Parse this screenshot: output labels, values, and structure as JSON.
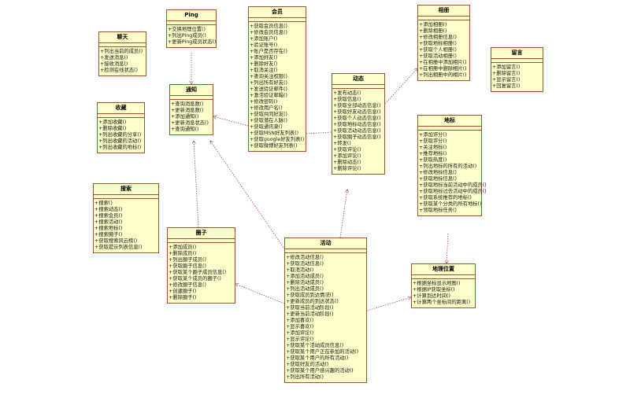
{
  "classes": [
    {
      "id": "chat",
      "name": "聊天",
      "ops": [
        "+列出当前的成员()",
        "+发送消息()",
        "+接收消息()",
        "+检测在线状态()"
      ]
    },
    {
      "id": "ping",
      "name": "Ping",
      "ops": [
        "+交换地理位置()",
        "+列出Ping成员()",
        "+更新Ping成员状态()"
      ]
    },
    {
      "id": "member",
      "name": "会员",
      "ops": [
        "+获取会员信息()",
        "+修改会员信息()",
        "+添加账户()",
        "+验证账号()",
        "+账户是否存在()",
        "+添加好友()",
        "+删除好友()",
        "+取消关注()",
        "+查询关注权限()",
        "+列出所有好友()",
        "+发送验证邮件()",
        "+激活验证邮箱()",
        "+修改密码()",
        "+修改用户名()",
        "+获取共同好友()",
        "+获取潜在人脉()",
        "+获取通讯录()",
        "+获取MSN好友列表()",
        "+获取google好友列表()",
        "+获取微博好友列表()"
      ]
    },
    {
      "id": "album",
      "name": "相册",
      "ops": [
        "+添加相册()",
        "+删除相册()",
        "+修改相册信息()",
        "+获取地标相册()",
        "+获取个人相册()",
        "+获取活动相册()",
        "+在相册中添加相片()",
        "+在相册中删除相片()",
        "+列出相册中的相片()"
      ]
    },
    {
      "id": "message",
      "name": "留言",
      "ops": [
        "+添加留言()",
        "+删除留言()",
        "+显示留言()",
        "+回复留言()"
      ]
    },
    {
      "id": "favorite",
      "name": "收藏",
      "ops": [
        "+添加收藏()",
        "+删除收藏()",
        "+列出收藏的分享()",
        "+列出收藏的活动()",
        "+列出收藏的地标()"
      ]
    },
    {
      "id": "notice",
      "name": "通知",
      "ops": [
        "+查询消息数()",
        "+更新消息数()",
        "+添加通知()",
        "+更新消息状态()",
        "+查询通知()"
      ]
    },
    {
      "id": "feed",
      "name": "动态",
      "ops": [
        "+发布动态()",
        "+获取信息()",
        "+获取全部动态信息()",
        "+获取好友动态信息()",
        "+获取个人动态信息()",
        "+获取地标动态信息()",
        "+获取活动动态信息()",
        "+获取圈子动态信息()",
        "+转发()",
        "+获取评论()",
        "+添加评论()",
        "+删除动态()",
        "+删除评论()"
      ]
    },
    {
      "id": "landmark",
      "name": "地标",
      "ops": [
        "+添加评分()",
        "+获取评分()",
        "+关注地标()",
        "+推荐地标()",
        "+获取热度()",
        "+列出地标的所有的活动()",
        "+修改地标信息()",
        "+获取地标信息()",
        "+获取地标当前活动中的成员()",
        "+获取地标过去活动中的成员()",
        "+获取系统推荐的地标()",
        "+获取某个分类的所有地标()",
        "+领取地标任务()"
      ]
    },
    {
      "id": "search",
      "name": "搜索",
      "ops": [
        "+搜索()",
        "+搜索动态()",
        "+搜索会员()",
        "+搜索活动()",
        "+搜索地标()",
        "+搜索圈子()",
        "+获取搜索风云榜()",
        "+获取提示列表信息()"
      ]
    },
    {
      "id": "circle",
      "name": "圈子",
      "ops": [
        "+添加成员()",
        "+删除成员()",
        "+列出圈子成员()",
        "+获取圈子信息()",
        "+获取某个圈子成员信息()",
        "+获取某个成员的圈子()",
        "+修改圈子信息()",
        "+创建圈子()",
        "+删除圈子()"
      ]
    },
    {
      "id": "activity",
      "name": "活动",
      "ops": [
        "+修改活动信息()",
        "+获取活动信息()",
        "+取消活动()",
        "+添加活动成员()",
        "+删除活动成员()",
        "+列出活动成员()",
        "+获取成员到达情况()",
        "+更新成员的到达状态()",
        "+获取当前活动阶段()",
        "+更新当前活动阶段()",
        "+添加喜欢()",
        "+显示喜欢()",
        "+添加评论()",
        "+显示评论()",
        "+获取某个活动成员信息()",
        "+获取某个用户正在参加的活动()",
        "+获取某个用户的所有活动()",
        "+获取好友的活动()",
        "+获取某个用户感兴趣的活动()",
        "+列出所有活动()"
      ]
    },
    {
      "id": "location",
      "name": "地理位置",
      "ops": [
        "+根据坐标显示地图()",
        "+根据IP获取坐标()",
        "+计算到达时间()",
        "+计算两个坐标间的距离()"
      ]
    }
  ],
  "colors": {
    "box_fill": "#ffffcc",
    "box_border": "#a0522d",
    "link": "#a0406a"
  }
}
